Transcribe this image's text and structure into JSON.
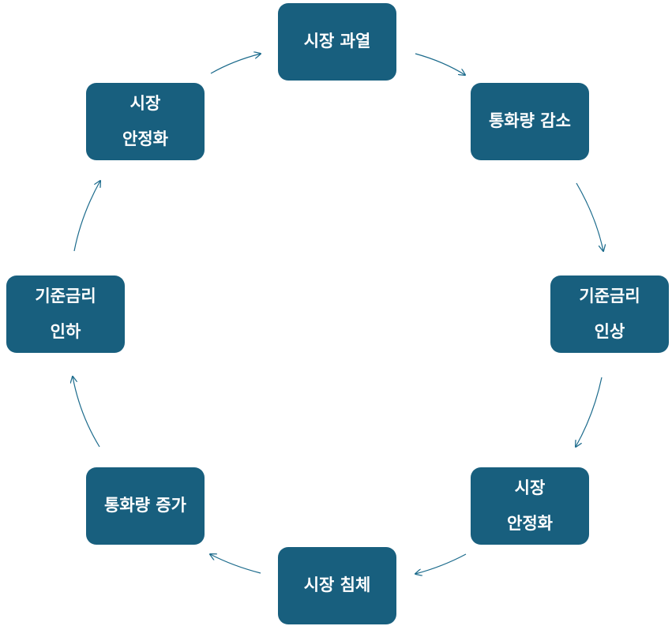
{
  "colors": {
    "box_fill": "#185f7e",
    "box_text": "#ffffff",
    "arrow": "#1c6b8c",
    "background": "#ffffff"
  },
  "cycle": {
    "nodes": [
      {
        "id": "market-overheat",
        "lines": [
          "시장 과열"
        ]
      },
      {
        "id": "money-supply-decrease",
        "lines": [
          "통화량 감소"
        ]
      },
      {
        "id": "base-rate-hike",
        "lines": [
          "기준금리",
          "인상"
        ]
      },
      {
        "id": "market-stabilize-right",
        "lines": [
          "시장",
          "안정화"
        ]
      },
      {
        "id": "market-slump",
        "lines": [
          "시장 침체"
        ]
      },
      {
        "id": "money-supply-increase",
        "lines": [
          "통화량 증가"
        ]
      },
      {
        "id": "base-rate-cut",
        "lines": [
          "기준금리",
          "인하"
        ]
      },
      {
        "id": "market-stabilize-left",
        "lines": [
          "시장",
          "안정화"
        ]
      }
    ]
  }
}
